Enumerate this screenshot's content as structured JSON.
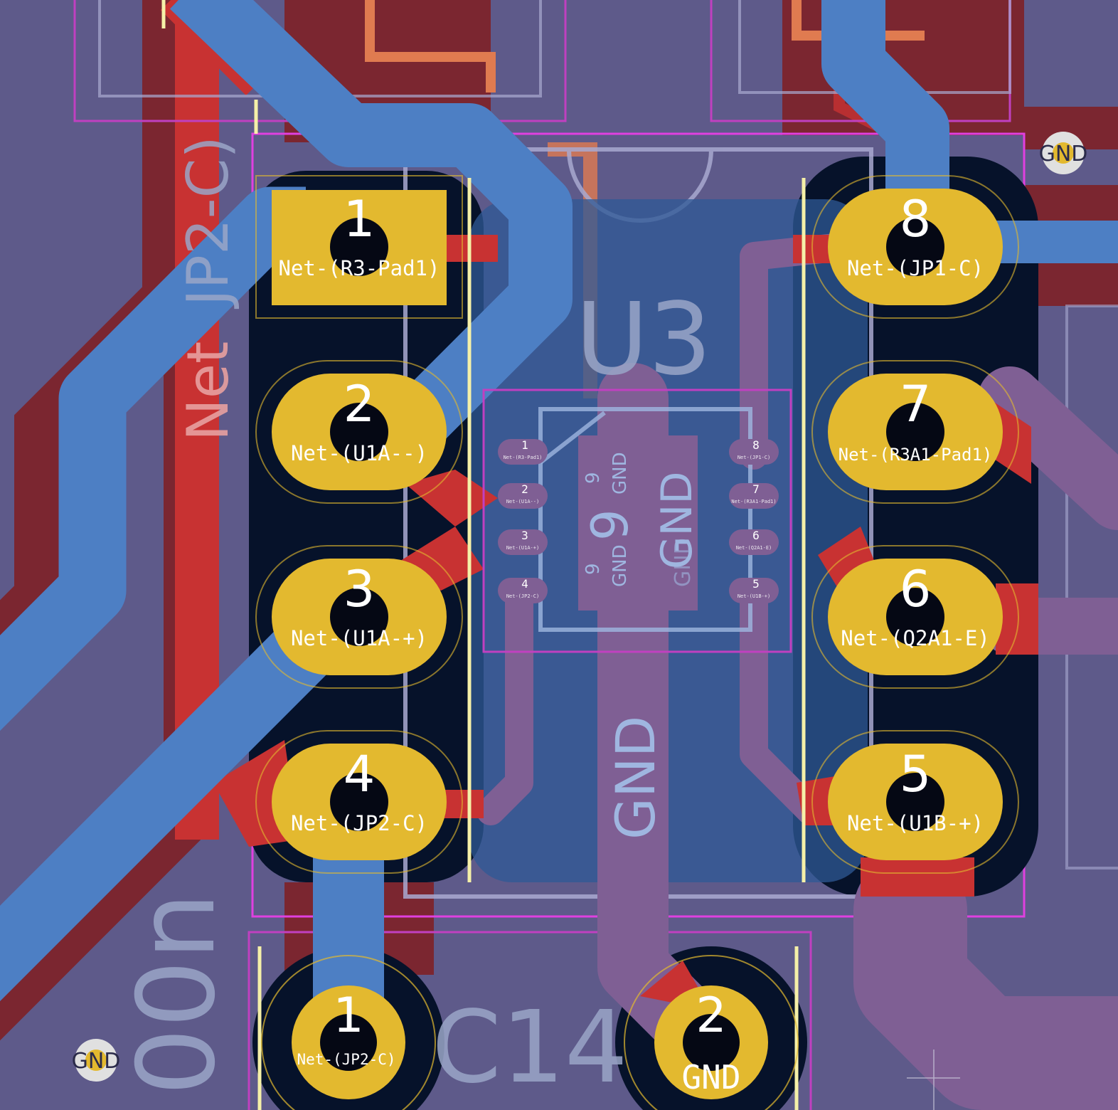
{
  "canvas": {
    "bg": "#5e5a8a"
  },
  "colors": {
    "fcu_dark": "#7b2630",
    "fcu": "#c83232",
    "bcu": "#4d7fc4",
    "bcu_dark": "#2f5a96",
    "pad": "#e3b92f",
    "hole": "#050814",
    "clear": "#06122a",
    "courtyard": "#e040e0",
    "fab": "#a9a9d0",
    "purple_trace": "#7f5f94",
    "silk_yellow": "#f5f0a8",
    "orange": "#e07b50"
  },
  "u3": {
    "ref": "U3",
    "pins": [
      {
        "num": "1",
        "net": "Net-(R3-Pad1)"
      },
      {
        "num": "2",
        "net": "Net-(U1A--)"
      },
      {
        "num": "3",
        "net": "Net-(U1A-+)"
      },
      {
        "num": "4",
        "net": "Net-(JP2-C)"
      },
      {
        "num": "5",
        "net": "Net-(U1B-+)"
      },
      {
        "num": "6",
        "net": "Net-(Q2A1-E)"
      },
      {
        "num": "7",
        "net": "Net-(R3A1-Pad1)"
      },
      {
        "num": "8",
        "net": "Net-(JP1-C)"
      }
    ]
  },
  "inner_ic": {
    "ref": "GND",
    "pad_ref": "9",
    "pin9_num": "9",
    "pin9_net": "GND",
    "ghost_gnd": "GND",
    "left_pins": [
      {
        "num": "1",
        "tiny": "Net-(R3-Pad1)"
      },
      {
        "num": "2",
        "tiny": "Net-(U1A--)"
      },
      {
        "num": "3",
        "tiny": "Net-(U1A-+)"
      },
      {
        "num": "4",
        "tiny": "Net-(JP2-C)"
      }
    ],
    "right_pins": [
      {
        "num": "8",
        "tiny": "Net-(JP1-C)"
      },
      {
        "num": "7",
        "tiny": "Net-(R3A1-Pad1)"
      },
      {
        "num": "6",
        "tiny": "Net-(Q2A1-E)"
      },
      {
        "num": "5",
        "tiny": "Net-(U1B-+)"
      }
    ]
  },
  "c14": {
    "ref": "C14",
    "pad1": {
      "num": "1",
      "net": "Net-(JP2-C)"
    },
    "pad2": {
      "num": "2",
      "net": "GND"
    }
  },
  "trace_label": "GND",
  "silk_left_net": "Net",
  "silk_left_jp": "JP2-C)",
  "silk_bottom_left": "00n",
  "via_labels": {
    "top_right": "GND",
    "bottom_left": "GND"
  }
}
